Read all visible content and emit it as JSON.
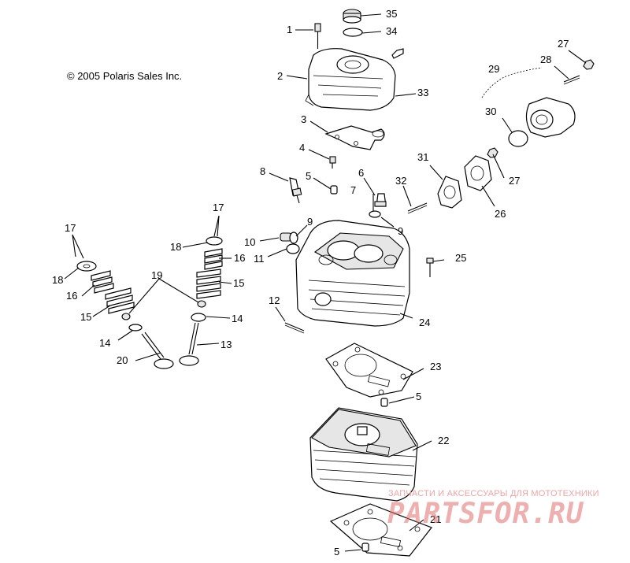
{
  "copyright": "© 2005 Polaris Sales Inc.",
  "watermark": {
    "tagline": "ЗАПЧАСТИ И АКСЕССУАРЫ ДЛЯ МОТОТЕХНИКИ",
    "logo": "PARTSFOR.RU",
    "color": "#e26e6e"
  },
  "callouts": {
    "c1": "1",
    "c2": "2",
    "c3": "3",
    "c4": "4",
    "c5a": "5",
    "c5b": "5",
    "c5c": "5",
    "c6": "6",
    "c7": "7",
    "c8": "8",
    "c9a": "9",
    "c9b": "9",
    "c10": "10",
    "c11": "11",
    "c12": "12",
    "c13": "13",
    "c14a": "14",
    "c14b": "14",
    "c15a": "15",
    "c15b": "15",
    "c16a": "16",
    "c16b": "16",
    "c17a": "17",
    "c17b": "17",
    "c18a": "18",
    "c18b": "18",
    "c19": "19",
    "c20": "20",
    "c21": "21",
    "c22": "22",
    "c23": "23",
    "c24": "24",
    "c25": "25",
    "c26": "26",
    "c27a": "27",
    "c27b": "27",
    "c28": "28",
    "c29": "29",
    "c30": "30",
    "c31": "31",
    "c32": "32",
    "c33": "33",
    "c34": "34",
    "c35": "35"
  }
}
